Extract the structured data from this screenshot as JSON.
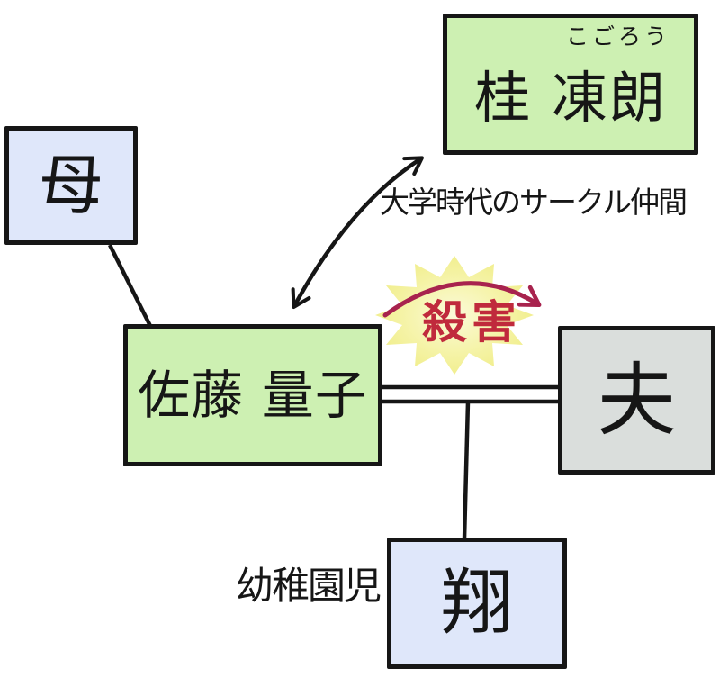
{
  "diagram": {
    "type": "character-relationship-chart",
    "nodes": {
      "katsura": {
        "label": "桂 凍朗",
        "furigana": "こごろう",
        "fill": "#cdf0b2"
      },
      "mother": {
        "label": "母",
        "fill": "#dfe7fa"
      },
      "ryoko": {
        "label": "佐藤 量子",
        "fill": "#cdf0b2"
      },
      "husband": {
        "label": "夫",
        "fill": "#dadedc"
      },
      "sho": {
        "label": "翔",
        "fill": "#dfe7fa"
      }
    },
    "labels": {
      "circle_friends": "大学時代のサークル仲間",
      "murder": "殺害",
      "kindergarten": "幼稚園児"
    },
    "relationships": [
      {
        "from": "mother",
        "to": "ryoko",
        "style": "plain-line"
      },
      {
        "from": "ryoko",
        "to": "husband",
        "style": "marriage-double-line"
      },
      {
        "from": "marriage-line",
        "to": "sho",
        "style": "plain-line"
      },
      {
        "from": "ryoko",
        "to": "katsura",
        "style": "black-double-headed-arrow",
        "label": "大学時代のサークル仲間"
      },
      {
        "from": "ryoko",
        "to": "husband",
        "style": "red-arrow-over-starburst",
        "label": "殺害"
      }
    ]
  },
  "colors": {
    "green_fill": "#cdf0b2",
    "blue_fill": "#dfe7fa",
    "gray_fill": "#dadedc",
    "ink": "#161616",
    "murder_red": "#c02a3c",
    "arrow_red": "#a8234e",
    "burst_edge": "#efec82",
    "burst_mid": "#f5f3a6",
    "burst_center": "#fbfad8"
  }
}
